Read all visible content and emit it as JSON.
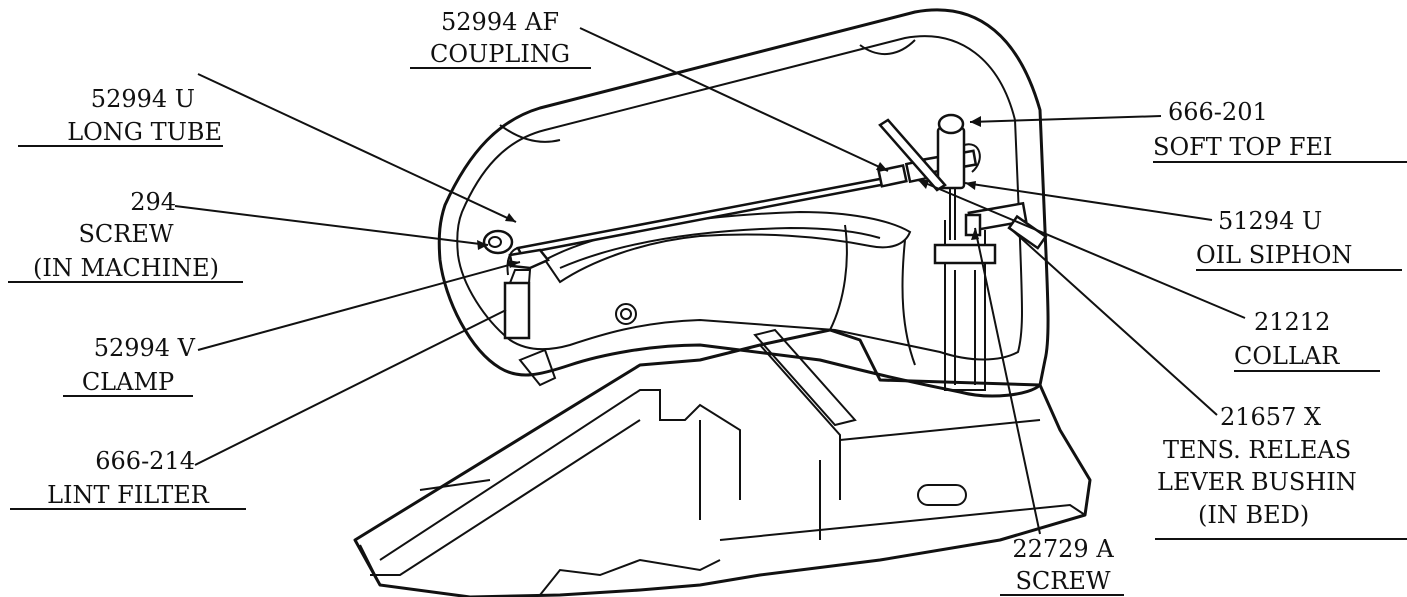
{
  "labels": [
    {
      "id": "coupling",
      "part_no": "52994 AF",
      "name": "COUPLING"
    },
    {
      "id": "long-tube",
      "part_no": "52994 U",
      "name": "LONG TUBE"
    },
    {
      "id": "screw-294",
      "part_no": "294",
      "name": "SCREW",
      "extra": "(IN MACHINE)"
    },
    {
      "id": "clamp",
      "part_no": "52994 V",
      "name": "CLAMP"
    },
    {
      "id": "lint-filter",
      "part_no": "666-214",
      "name": "LINT FILTER"
    },
    {
      "id": "soft-top-felt",
      "part_no": "666-201",
      "name": "SOFT TOP FEI"
    },
    {
      "id": "oil-siphon",
      "part_no": "51294 U",
      "name": "OIL SIPHON"
    },
    {
      "id": "collar",
      "part_no": "21212",
      "name": "COLLAR"
    },
    {
      "id": "tens-release",
      "part_no": "21657 X",
      "name": "TENS. RELEAS",
      "name2": "LEVER BUSHIN",
      "extra": "(IN BED)"
    },
    {
      "id": "screw-22729",
      "part_no": "22729 A",
      "name": "SCREW"
    }
  ]
}
